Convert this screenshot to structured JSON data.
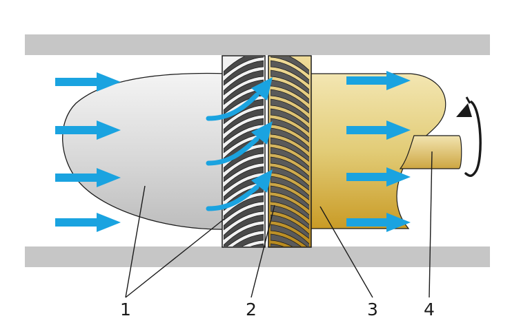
{
  "colors": {
    "background": "#ffffff",
    "casing": "#c6c6c6",
    "flow_arrow": "#1aa3e0",
    "nose_cone": "#dcdcdc",
    "stator_blades": "#3a3a3a",
    "rotor_gold": "#d6b54e",
    "shaft_gold": "#e3cd7c",
    "outline": "#1a1a1a"
  },
  "icons": {
    "flow": "right-arrow-icon",
    "rotation": "curved-rotation-arrow-icon"
  },
  "labels": {
    "l1": "1",
    "l2": "2",
    "l3": "3",
    "l4": "4"
  }
}
